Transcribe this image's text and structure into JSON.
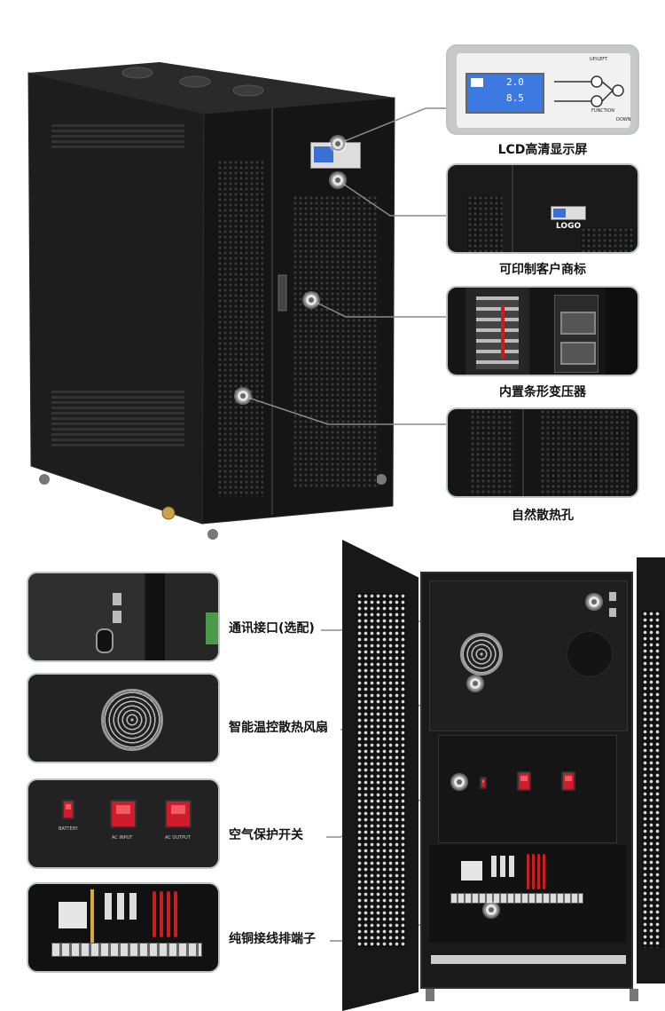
{
  "brand_on_panel": "LOGO",
  "captions": {
    "lcd_display": "LCD高清显示屏",
    "custom_logo": "可印制客户商标",
    "transformer": "内置条形变压器",
    "vent_holes": "自然散热孔",
    "comm_port": "通讯接口(选配)",
    "smart_fan": "智能温控散热风扇",
    "air_switch": "空气保护开关",
    "copper_terminal": "纯铜接线排端子"
  },
  "lcd_panel": {
    "readout_a": "2.0",
    "readout_b": "8.5",
    "key_labels": [
      "UP/LEFT",
      "FUNCTION",
      "DOWN"
    ]
  },
  "switch_labels": [
    "BATTERY",
    "AC INPUT",
    "AC OUTPUT"
  ],
  "colors": {
    "cabinet": "#1b1b1b",
    "switch_red": "#d01b2a",
    "wire_red": "#c91e1e",
    "frame_border": "#bfc3c6"
  }
}
